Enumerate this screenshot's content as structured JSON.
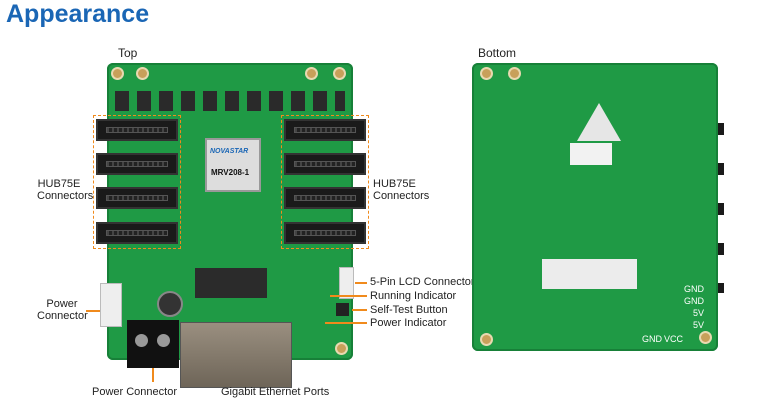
{
  "title": "Appearance",
  "top": {
    "heading": "Top",
    "chip_brand": "NOVASTAR",
    "chip_model": "MRV208-1",
    "labels": {
      "hub_left_1": "HUB75E",
      "hub_left_2": "Connectors",
      "hub_right_1": "HUB75E",
      "hub_right_2": "Connectors",
      "power_left_1": "Power",
      "power_left_2": "Connector",
      "lcd": "5-Pin LCD Connector",
      "running": "Running Indicator",
      "selftest": "Self-Test Button",
      "power_ind": "Power Indicator",
      "power_bottom": "Power Connector",
      "ethernet": "Gigabit Ethernet Ports"
    }
  },
  "bottom": {
    "heading": "Bottom",
    "pins": [
      "GND",
      "GND",
      "5V",
      "5V"
    ],
    "gnd": "GND",
    "vcc": "VCC"
  },
  "colors": {
    "title": "#1a66b5",
    "pcb": "#1f9a45",
    "callout": "#f08a1c"
  }
}
